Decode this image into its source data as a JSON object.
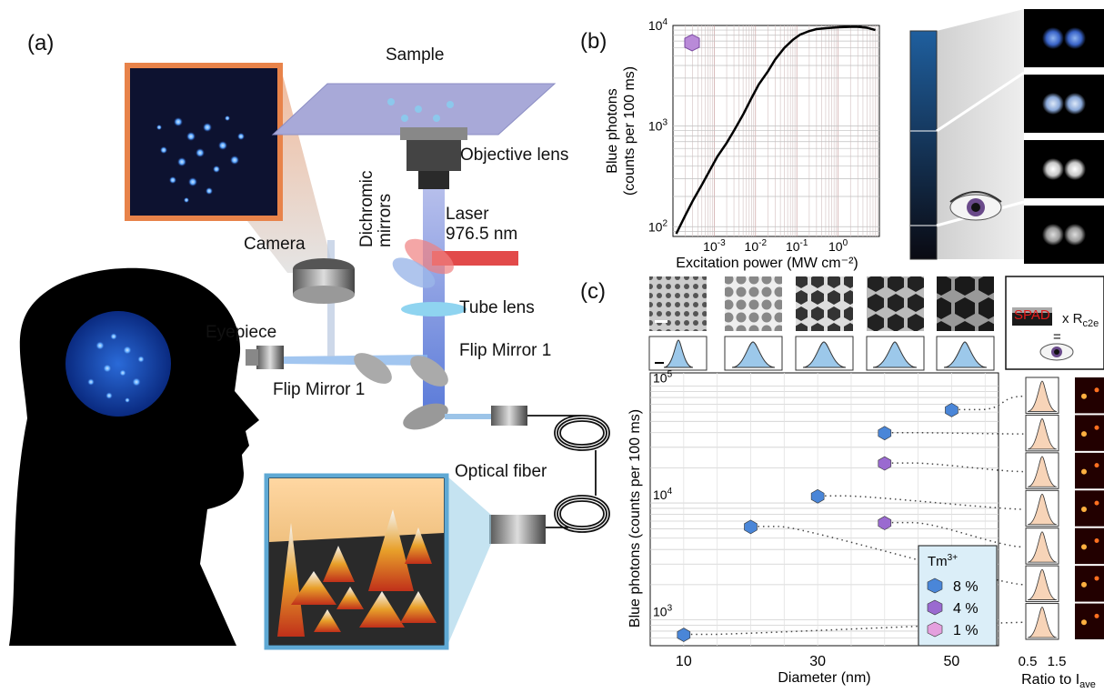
{
  "panel_a": {
    "label": "(a)",
    "components": {
      "sample": "Sample",
      "objective": "Objective lens",
      "dichromic": [
        "Dichromic",
        "mirrors"
      ],
      "laser": [
        "Laser",
        "976.5 nm"
      ],
      "camera": "Camera",
      "tube_lens": "Tube lens",
      "eyepiece": "Eyepiece",
      "flip_right": "Flip Mirror 1",
      "flip_left": "Flip Mirror 1",
      "fiber": "Optical fiber"
    },
    "colors": {
      "beam": "#6d8de0",
      "laser": "#e24a4a",
      "stage": "#a8a9d8",
      "camera_frame": "#e8834a",
      "map_frame": "#5fa9d4"
    }
  },
  "panel_b": {
    "label": "(b)",
    "chart_data": {
      "type": "line",
      "xlabel": "Excitation power (MW cm⁻²)",
      "ylabel": [
        "Blue photons",
        "(counts per 100 ms)"
      ],
      "x_scale": "log",
      "y_scale": "log",
      "xlim": [
        0.0001,
        10
      ],
      "ylim": [
        80,
        10000
      ],
      "x_ticks": [
        {
          "base": "10",
          "exp": "-3",
          "value": 0.001
        },
        {
          "base": "10",
          "exp": "-2",
          "value": 0.01
        },
        {
          "base": "10",
          "exp": "-1",
          "value": 0.1
        },
        {
          "base": "10",
          "exp": "0",
          "value": 1
        }
      ],
      "y_ticks": [
        {
          "base": "10",
          "exp": "2",
          "value": 100
        },
        {
          "base": "10",
          "exp": "3",
          "value": 1000
        },
        {
          "base": "10",
          "exp": "4",
          "value": 10000
        }
      ],
      "grid": true,
      "series": [
        {
          "x": [
            0.00012,
            0.0002,
            0.0003,
            0.0005,
            0.0008,
            0.0012,
            0.002,
            0.003,
            0.005,
            0.008,
            0.012,
            0.02,
            0.03,
            0.05,
            0.08,
            0.12,
            0.2,
            0.3,
            0.5,
            1,
            2,
            3,
            5,
            8
          ],
          "y": [
            85,
            130,
            180,
            260,
            370,
            500,
            680,
            900,
            1300,
            1900,
            2600,
            3500,
            4600,
            6000,
            7200,
            8100,
            8800,
            9200,
            9400,
            9600,
            9700,
            9700,
            9500,
            9000
          ]
        }
      ]
    },
    "gradient_colors": [
      "#1f5f9e",
      "#0a0a12"
    ],
    "spots_colors": [
      "#3a64c8",
      "#8aa8d8",
      "#c8c8c8",
      "#9a9a9a"
    ]
  },
  "panel_c": {
    "label": "(c)",
    "spad": {
      "text": "SPAD",
      "formula": "x R",
      "subscript": "c2e",
      "equals": "="
    },
    "chart_data": {
      "type": "scatter",
      "xlabel": "Diameter (nm)",
      "ylabel": "Blue photons (counts per 100 ms)",
      "x_scale": "linear",
      "y_scale": "log",
      "xlim": [
        5,
        57
      ],
      "ylim": [
        600,
        130000
      ],
      "x_ticks": [
        10,
        30,
        50
      ],
      "y_ticks": [
        {
          "base": "10",
          "exp": "3",
          "value": 1000
        },
        {
          "base": "10",
          "exp": "4",
          "value": 10000
        },
        {
          "base": "10",
          "exp": "5",
          "value": 100000
        }
      ],
      "grid": true,
      "legend_title": {
        "base": "Tm",
        "sup": "3+"
      },
      "series": [
        {
          "name": "8 %",
          "color": "#4a86d8",
          "points": [
            {
              "x": 10,
              "y": 750
            },
            {
              "x": 20,
              "y": 6300
            },
            {
              "x": 30,
              "y": 11500
            },
            {
              "x": 40,
              "y": 40000
            },
            {
              "x": 50,
              "y": 63000
            }
          ]
        },
        {
          "name": "4 %",
          "color": "#9a6ad0",
          "points": [
            {
              "x": 40,
              "y": 22000
            },
            {
              "x": 40,
              "y": 6800
            }
          ]
        },
        {
          "name": "1 %",
          "color": "#e4a0de",
          "points": []
        }
      ],
      "side_xlabel": {
        "base": "Ratio to I",
        "sub": "ave"
      },
      "side_xticks": [
        "0.5",
        "1.5"
      ]
    }
  }
}
